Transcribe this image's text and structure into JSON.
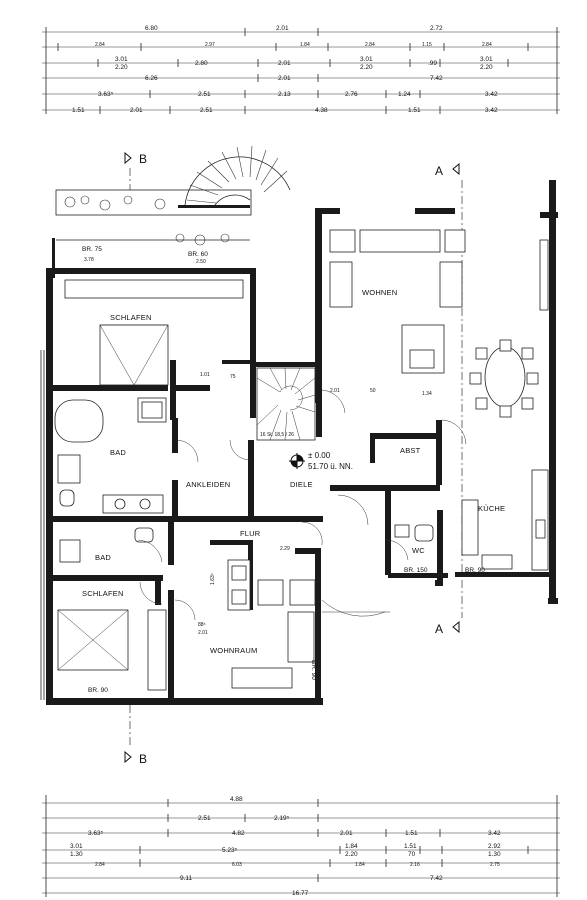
{
  "rooms": {
    "schlafen_1": "SCHLAFEN",
    "bad_1": "BAD",
    "ankleiden": "ANKLEIDEN",
    "diele": "DIELE",
    "wohnen": "WOHNEN",
    "abst": "ABST",
    "kueche": "KÜCHE",
    "wc": "WC",
    "flur": "FLUR",
    "bad_2": "BAD",
    "schlafen_2": "SCHLAFEN",
    "wohnraum": "WOHNRAUM"
  },
  "level": {
    "relative": "± 0.00",
    "absolute": "51.70  ü. NN."
  },
  "sections": {
    "a_top": "A",
    "a_bottom": "A",
    "b_top": "B",
    "b_bottom": "B"
  },
  "openings": {
    "br75": "BR. 75",
    "br60": "BR. 60",
    "br90_bottom": "BR. 90",
    "br150": "BR. 150",
    "br90_kitchen": "BR. 90",
    "br90_wohnraum": "BR. 90"
  },
  "top_dims": {
    "row1": [
      "6.80",
      "2.01",
      "2.72"
    ],
    "row2": [
      "2.84",
      "2.97",
      "1.84",
      "2.84",
      "1.15",
      "2.84"
    ],
    "row3": [
      "3.01",
      "2.20",
      "2.80",
      "2.01",
      "3.01",
      "2.20",
      ".99",
      "3.01",
      "2.20"
    ],
    "row4": [
      "6.26",
      "2.01",
      "7.42"
    ],
    "row5": [
      "3.63⁵",
      "2.51",
      "2.13",
      "2.76",
      "1.24",
      "3.42"
    ],
    "row6": [
      "1.51",
      "2.01",
      "2.51",
      "4.38",
      "1.51",
      "3.42"
    ]
  },
  "bottom_dims": {
    "row1": [
      "4.88"
    ],
    "row2": [
      "2.51",
      "2.19⁵"
    ],
    "row3": [
      "3.63⁵",
      "4.82",
      "2.01",
      "1.51",
      "3.42"
    ],
    "row4": [
      "3.01",
      "1.30",
      "5.23⁵",
      "1.84",
      "2.20",
      "1.51",
      "70",
      "2.92",
      "1.30"
    ],
    "row5": [
      "2.84",
      "6.03",
      "1.84",
      "2.16",
      "2.75"
    ],
    "row6": [
      "9.11",
      "7.42"
    ],
    "row7": [
      "16.77"
    ]
  },
  "inner_dims": {
    "stair": "16 St. 18,5 / 26",
    "d101a": "1.01",
    "d75": "75",
    "d201": "2.01",
    "d50": "50",
    "d134": "1.34",
    "d229": "2.29",
    "d163": "1.63⁵",
    "d88": "88⁵",
    "d201b": "2.01"
  }
}
